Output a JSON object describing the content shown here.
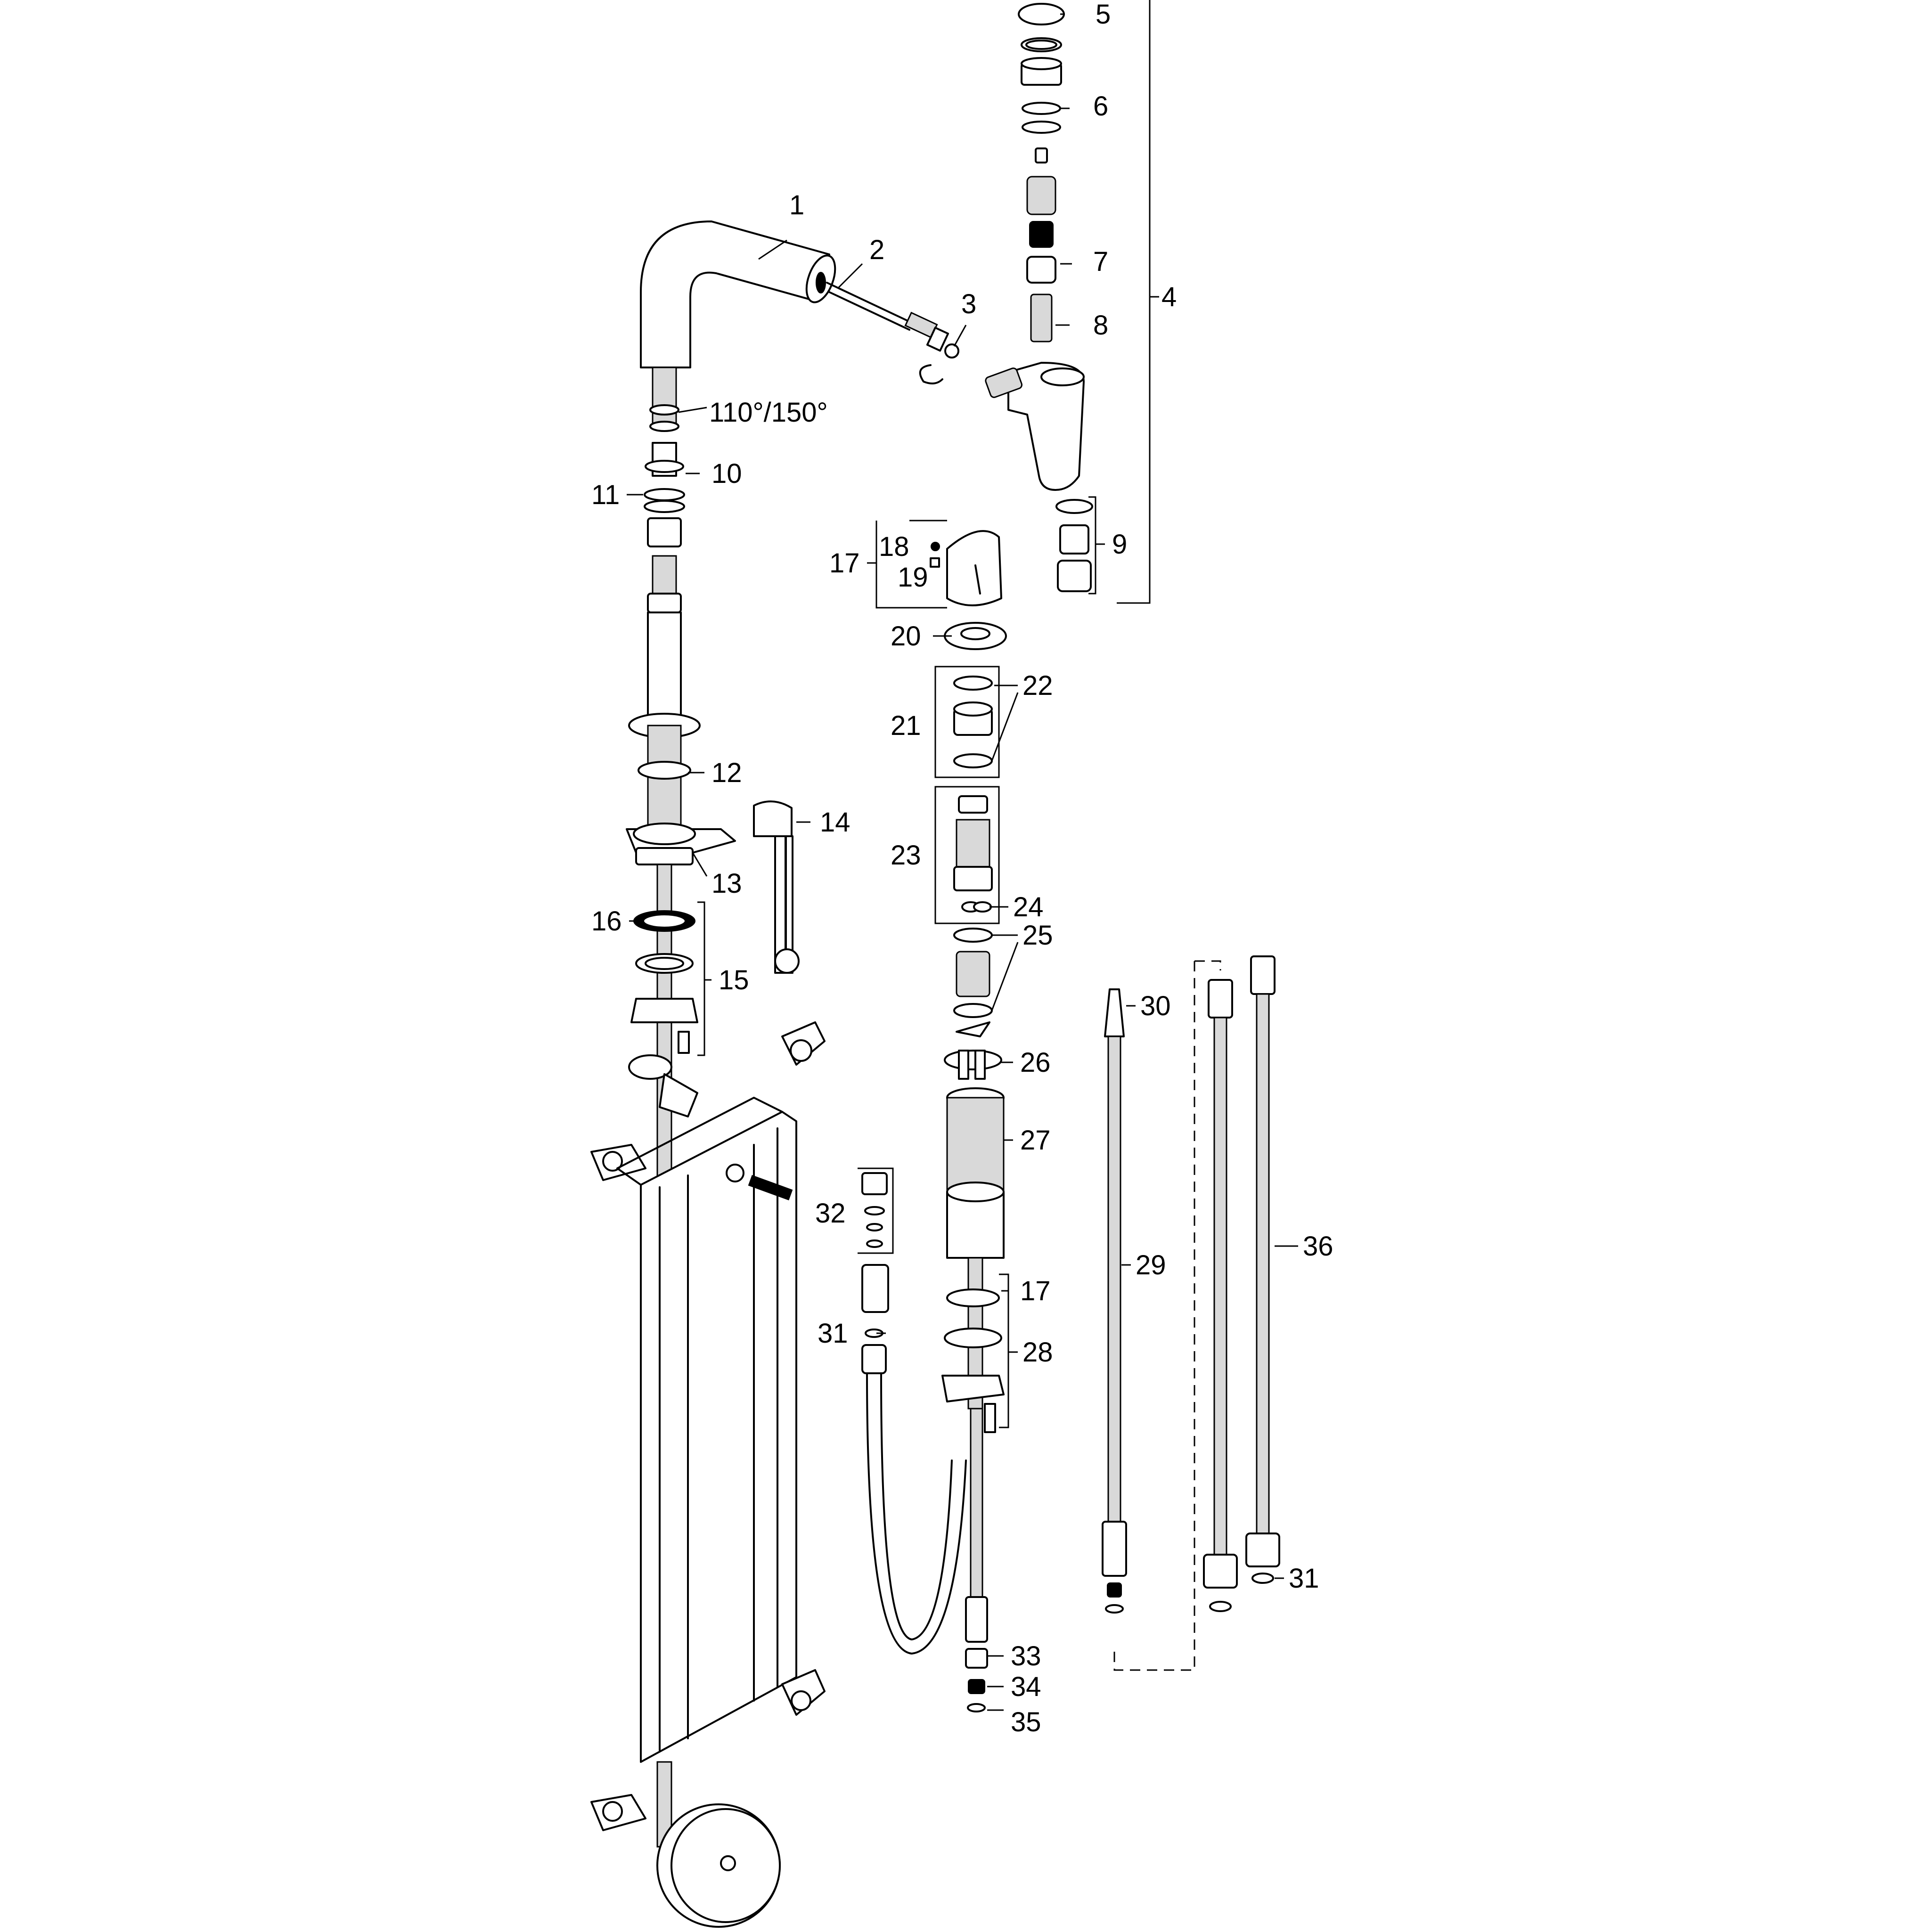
{
  "diagram": {
    "callouts": [
      "1",
      "2",
      "3",
      "4",
      "5",
      "6",
      "7",
      "8",
      "9",
      "10",
      "11",
      "12",
      "13",
      "14",
      "15",
      "16",
      "17",
      "18",
      "19",
      "20",
      "21",
      "22",
      "23",
      "24",
      "25",
      "26",
      "27",
      "28",
      "29",
      "30",
      "31",
      "32",
      "33",
      "34",
      "35",
      "36"
    ],
    "swivel_angle": "110°/150°"
  }
}
